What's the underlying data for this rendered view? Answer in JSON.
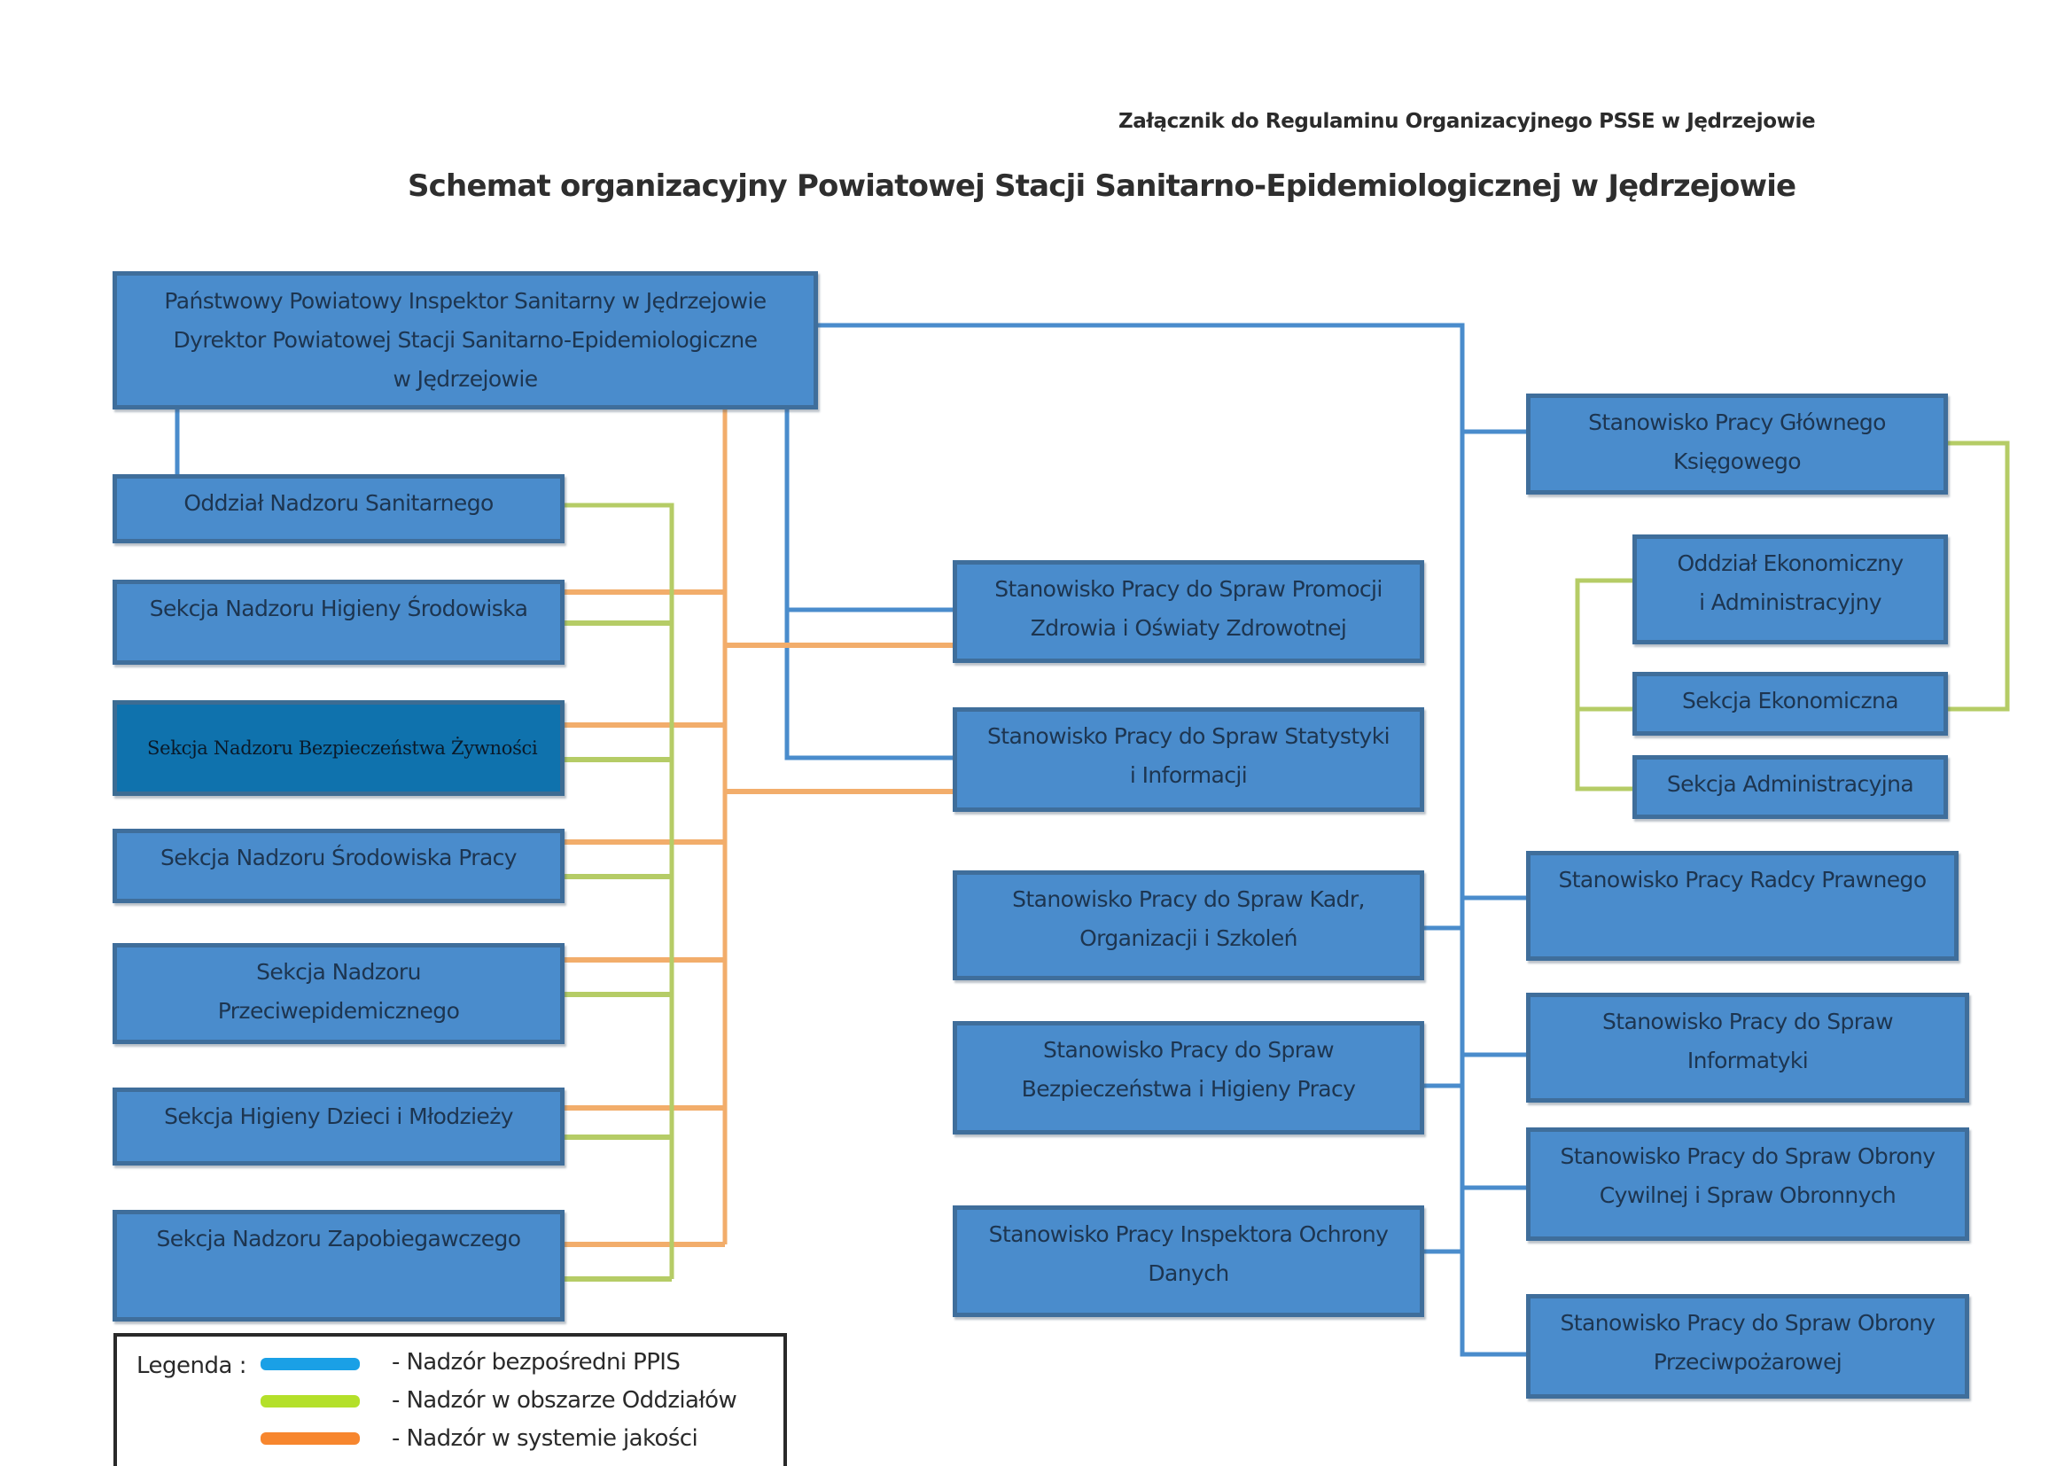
{
  "header": {
    "subtitle": "Załącznik do Regulaminu Organizacyjnego PSSE w Jędrzejowie",
    "title": "Schemat organizacyjny Powiatowej Stacji Sanitarno-Epidemiologicznej w Jędrzejowie"
  },
  "colors": {
    "box_fill": "#4a8ccc",
    "box_highlight_fill": "#0f72ad",
    "line_direct": "#4a8ccc",
    "line_departments": "#b5cc66",
    "line_quality": "#f2ad6b",
    "legend_direct": "#1aa0e6",
    "legend_departments": "#b4e02a",
    "legend_quality": "#f7862e"
  },
  "director": {
    "label": "Państwowy Powiatowy Inspektor Sanitarny w Jędrzejowie\nDyrektor Powiatowej Stacji Sanitarno-Epidemiologiczne\nw Jędrzejowie"
  },
  "left_units": [
    {
      "id": "oddzial-nadzoru-sanitarnego",
      "label": "Oddział Nadzoru Sanitarnego"
    },
    {
      "id": "sekcja-higieny-srodowiska",
      "label": "Sekcja Nadzoru Higieny Środowiska"
    },
    {
      "id": "sekcja-bezpieczenstwa-zywnosci",
      "label": "Sekcja Nadzoru Bezpieczeństwa Żywności"
    },
    {
      "id": "sekcja-srodowiska-pracy",
      "label": "Sekcja Nadzoru Środowiska Pracy"
    },
    {
      "id": "sekcja-przeciwepidemiczna",
      "label": "Sekcja Nadzoru\nPrzeciwepidemicznego"
    },
    {
      "id": "sekcja-higieny-dzieci",
      "label": "Sekcja Higieny Dzieci i Młodzieży"
    },
    {
      "id": "sekcja-zapobiegawcza",
      "label": "Sekcja Nadzoru Zapobiegawczego"
    }
  ],
  "middle_units": [
    {
      "id": "promocja-zdrowia",
      "label": "Stanowisko Pracy do Spraw Promocji\nZdrowia i Oświaty Zdrowotnej"
    },
    {
      "id": "statystyka",
      "label": "Stanowisko Pracy do Spraw Statystyki\ni Informacji"
    },
    {
      "id": "kadry",
      "label": "Stanowisko Pracy do Spraw Kadr,\nOrganizacji i Szkoleń"
    },
    {
      "id": "bhp",
      "label": "Stanowisko Pracy do Spraw\nBezpieczeństwa i Higieny Pracy"
    },
    {
      "id": "iod",
      "label": "Stanowisko Pracy Inspektora Ochrony\nDanych"
    }
  ],
  "right_units": [
    {
      "id": "glowny-ksiegowy",
      "label": "Stanowisko Pracy Głównego\nKsięgowego"
    },
    {
      "id": "oddzial-ekonomiczny",
      "label": "Oddział Ekonomiczny\ni Administracyjny"
    },
    {
      "id": "sekcja-ekonomiczna",
      "label": "Sekcja Ekonomiczna"
    },
    {
      "id": "sekcja-administracyjna",
      "label": "Sekcja Administracyjna"
    },
    {
      "id": "radca-prawny",
      "label": "Stanowisko Pracy Radcy Prawnego"
    },
    {
      "id": "informatyka",
      "label": "Stanowisko Pracy do Spraw\nInformatyki"
    },
    {
      "id": "obrona-cywilna",
      "label": "Stanowisko Pracy do Spraw Obrony\nCywilnej  i Spraw Obronnych"
    },
    {
      "id": "ochrona-ppoz",
      "label": "Stanowisko Pracy do Spraw Obrony\nPrzeciwpożarowej"
    }
  ],
  "legend": {
    "title": "Legenda :",
    "items": [
      {
        "label": "- Nadzór bezpośredni PPIS",
        "type": "direct"
      },
      {
        "label": "- Nadzór w obszarze Oddziałów",
        "type": "departments"
      },
      {
        "label": "- Nadzór w systemie jakości",
        "type": "quality"
      }
    ]
  }
}
